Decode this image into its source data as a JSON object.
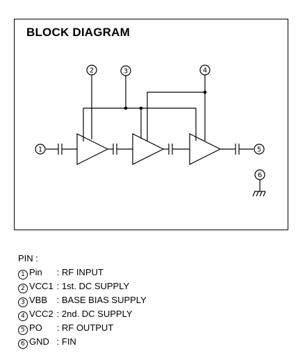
{
  "title": "BLOCK DIAGRAM",
  "pin_labels": [
    "1",
    "2",
    "3",
    "4",
    "5",
    "6"
  ],
  "pin_header": "PIN :",
  "pins": [
    {
      "num": "1",
      "symbol": "Pin",
      "sep": ":",
      "desc": "RF INPUT"
    },
    {
      "num": "2",
      "symbol": "VCC1",
      "sep": ":",
      "desc": "1st. DC SUPPLY"
    },
    {
      "num": "3",
      "symbol": "VBB",
      "sep": ":",
      "desc": "BASE BIAS SUPPLY"
    },
    {
      "num": "4",
      "symbol": "VCC2",
      "sep": ":",
      "desc": "2nd. DC SUPPLY"
    },
    {
      "num": "5",
      "symbol": "PO",
      "sep": ":",
      "desc": "RF OUTPUT"
    },
    {
      "num": "6",
      "symbol": "GND",
      "sep": ":",
      "desc": "FIN"
    }
  ]
}
